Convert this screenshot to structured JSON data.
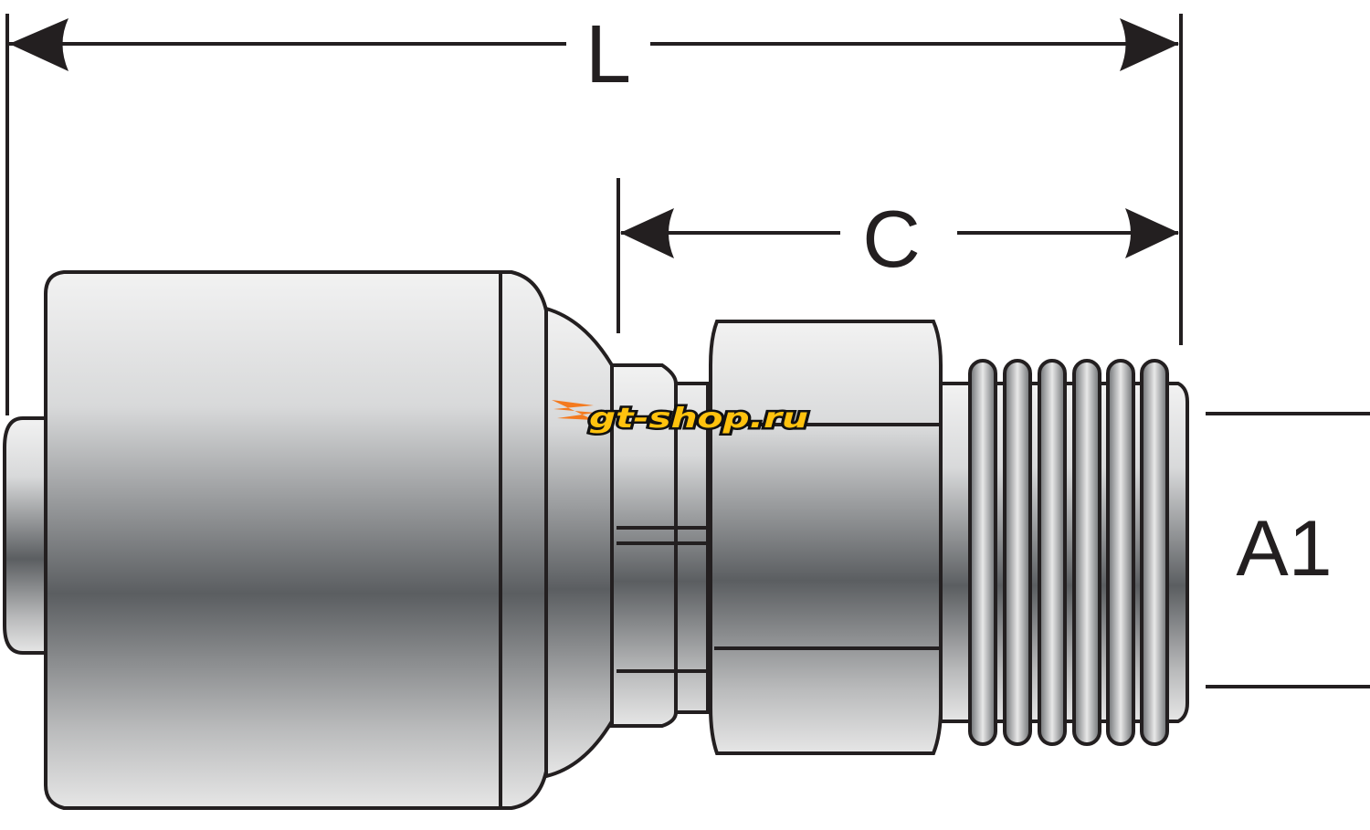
{
  "dimensions": {
    "overall_length": "L",
    "thread_to_nut_length": "C",
    "thread_size": "A1"
  },
  "watermark": "gt-shop.ru",
  "colors": {
    "outline": "#231f20",
    "metal_light": "#ededed",
    "metal_dark": "#5b5e61",
    "watermark_orange": "#f47a1f",
    "watermark_yellow": "#ffc20e"
  }
}
